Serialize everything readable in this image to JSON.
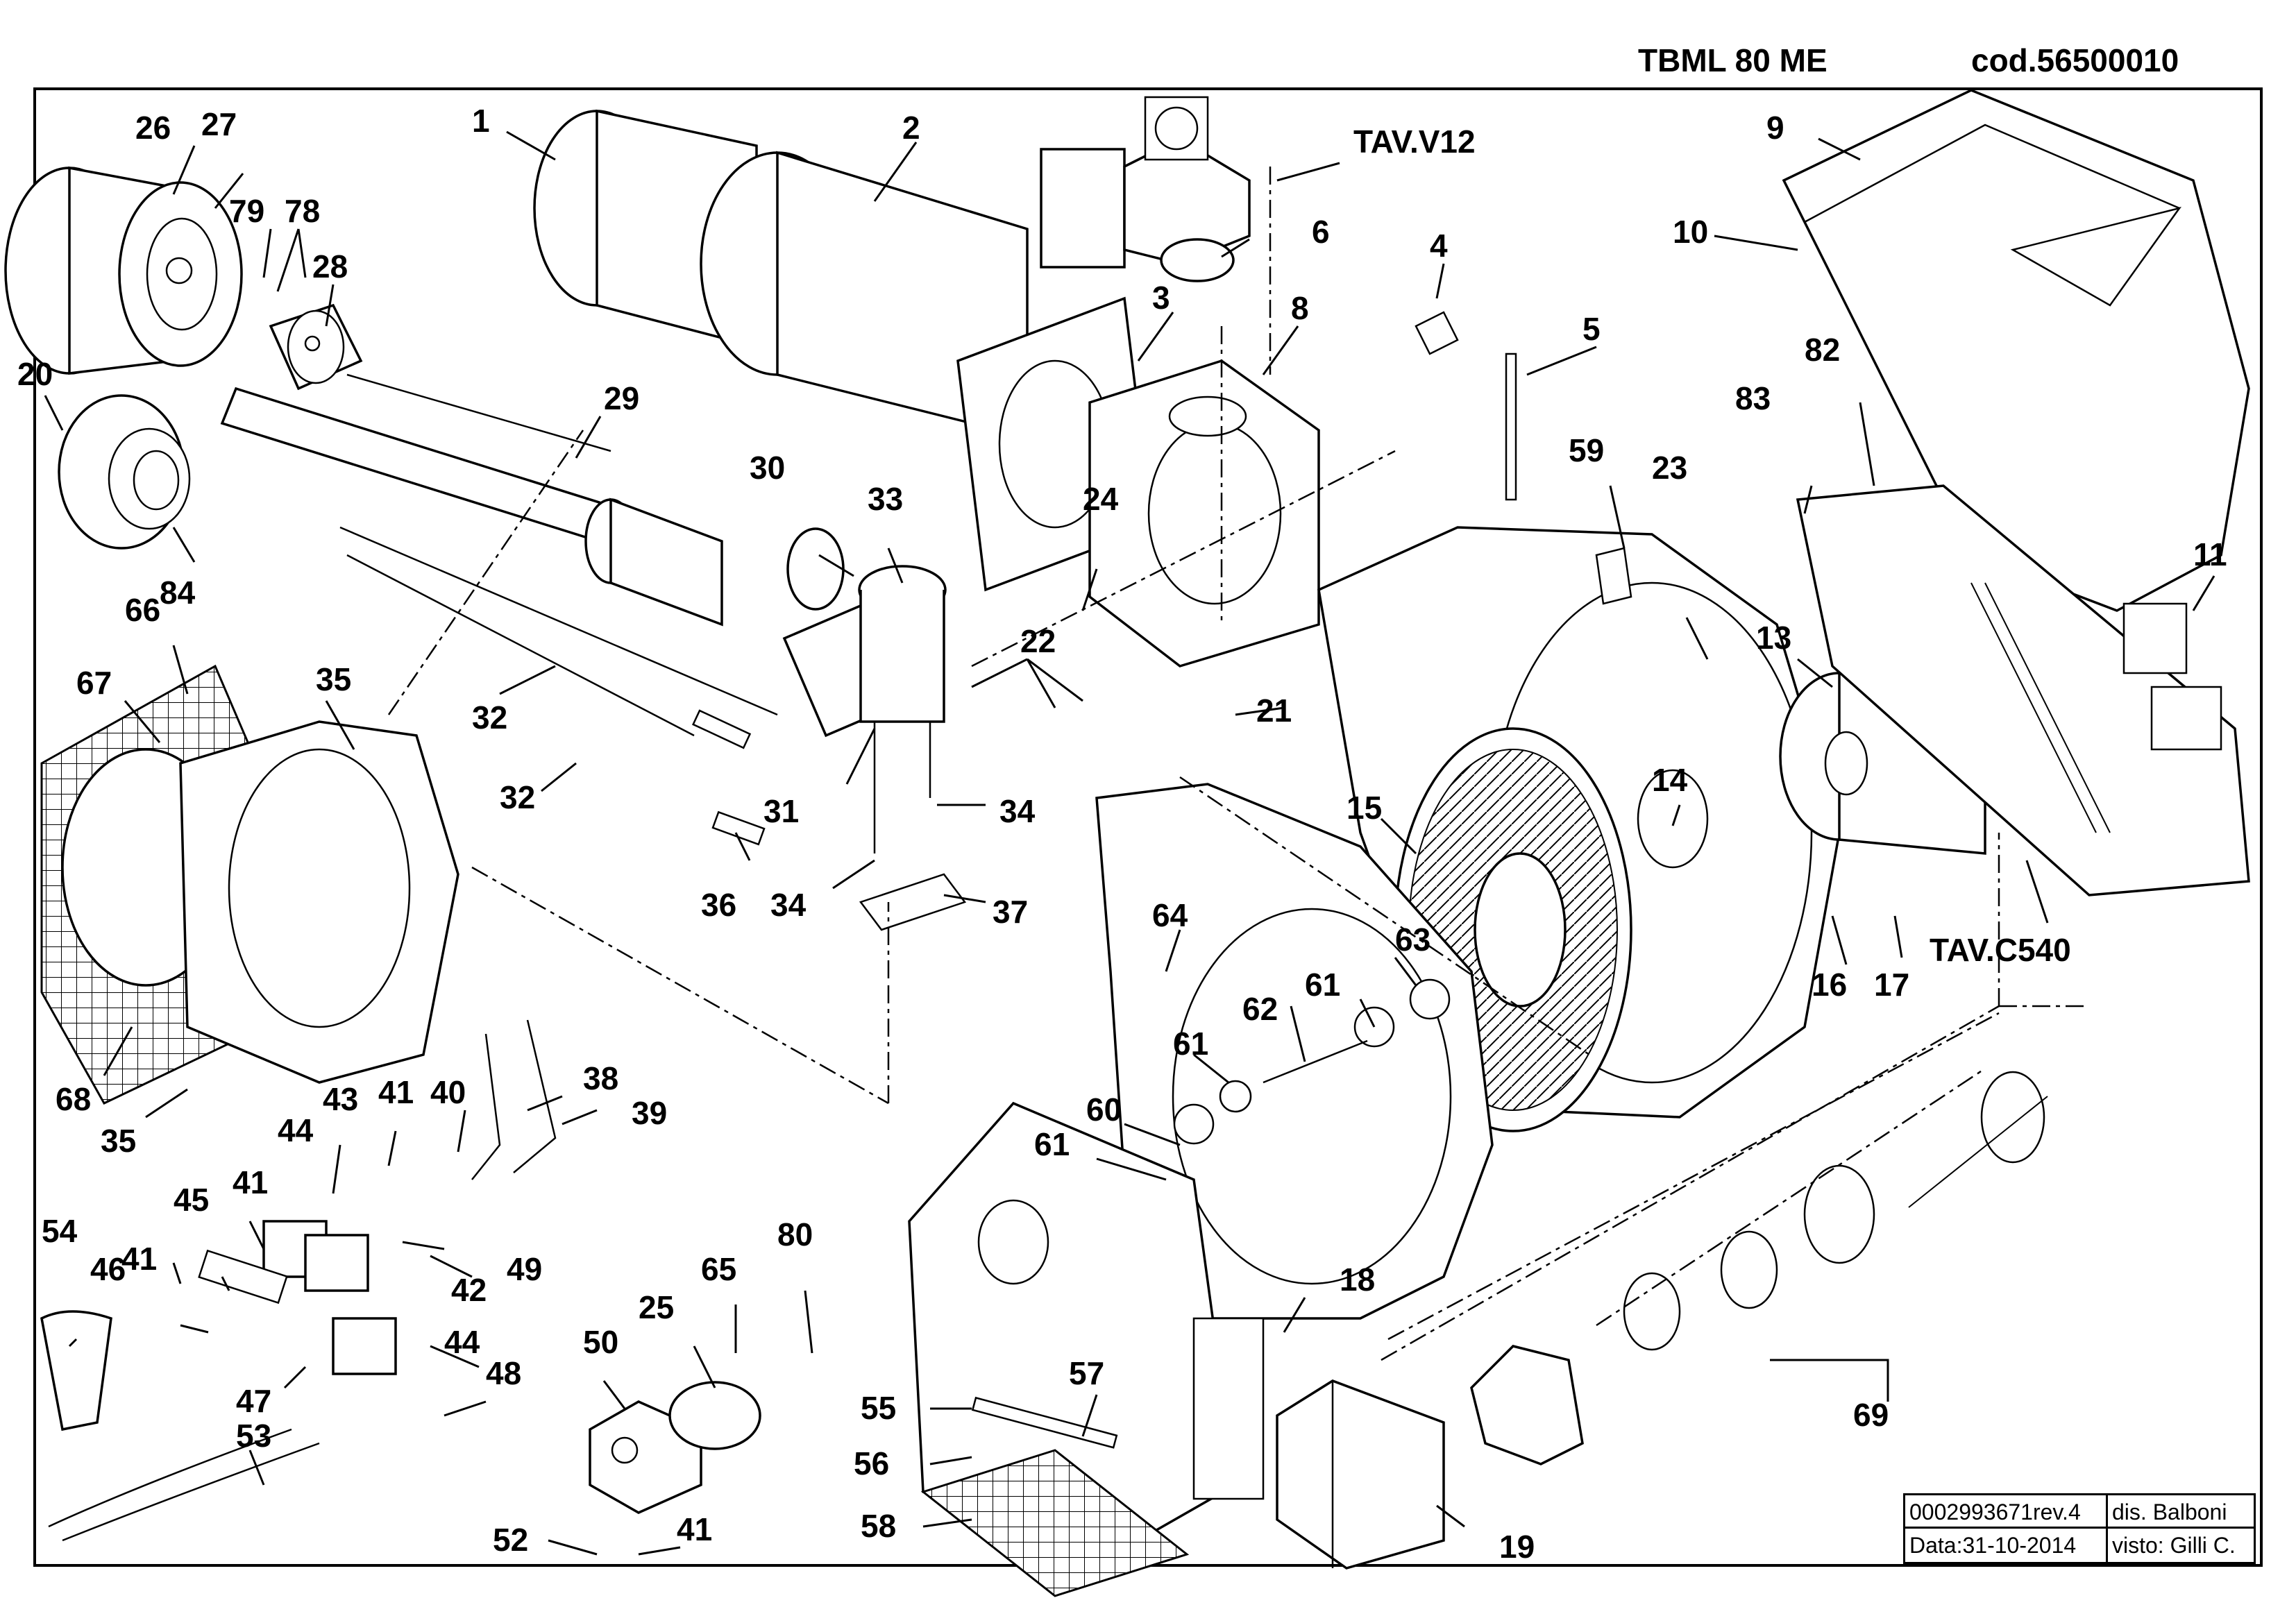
{
  "header": {
    "model": "TBML 80 ME",
    "code": "cod.56500010"
  },
  "references": {
    "tav_v12": "TAV.V12",
    "tav_c540": "TAV.C540"
  },
  "title_block": {
    "drawing_number": "0002993671rev.4",
    "drawn_by": "dis. Balboni",
    "date": "Data:31-10-2014",
    "checked_by": "visto: Gilli C."
  },
  "callouts": [
    "1",
    "2",
    "3",
    "4",
    "5",
    "6",
    "8",
    "9",
    "10",
    "11",
    "13",
    "14",
    "15",
    "16",
    "17",
    "18",
    "19",
    "20",
    "21",
    "22",
    "23",
    "24",
    "25",
    "26",
    "27",
    "28",
    "29",
    "30",
    "31",
    "32",
    "32",
    "33",
    "34",
    "34",
    "35",
    "35",
    "36",
    "37",
    "38",
    "39",
    "40",
    "41",
    "41",
    "41",
    "41",
    "42",
    "43",
    "44",
    "44",
    "45",
    "46",
    "47",
    "48",
    "49",
    "50",
    "52",
    "53",
    "54",
    "55",
    "56",
    "57",
    "58",
    "59",
    "60",
    "61",
    "61",
    "61",
    "62",
    "63",
    "64",
    "65",
    "66",
    "67",
    "68",
    "69",
    "78",
    "79",
    "80",
    "82",
    "83",
    "84"
  ],
  "colors": {
    "ink": "#000000",
    "paper": "#ffffff"
  }
}
